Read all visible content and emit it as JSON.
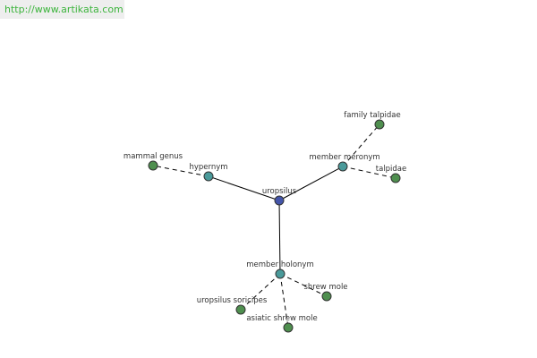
{
  "watermark": {
    "text": "http://www.artikata.com",
    "color": "#3cb43c"
  },
  "colors": {
    "center": "#4455aa",
    "relation": "#4a9a9a",
    "leaf": "#4f8f4f"
  },
  "graph": {
    "nodes": [
      {
        "id": "uropsilus",
        "label": "uropsilus",
        "kind": "center"
      },
      {
        "id": "hypernym",
        "label": "hypernym",
        "kind": "relation"
      },
      {
        "id": "member-meronym",
        "label": "member meronym",
        "kind": "relation"
      },
      {
        "id": "member-holonym",
        "label": "member holonym",
        "kind": "relation"
      },
      {
        "id": "mammal-genus",
        "label": "mammal genus",
        "kind": "leaf"
      },
      {
        "id": "family-talpidae",
        "label": "family talpidae",
        "kind": "leaf"
      },
      {
        "id": "talpidae",
        "label": "talpidae",
        "kind": "leaf"
      },
      {
        "id": "shrew-mole",
        "label": "shrew mole",
        "kind": "leaf"
      },
      {
        "id": "uropsilus-soricipes",
        "label": "uropsilus soricipes",
        "kind": "leaf"
      },
      {
        "id": "asiatic-shrew-mole",
        "label": "asiatic shrew mole",
        "kind": "leaf"
      }
    ],
    "edges": [
      {
        "from": "uropsilus",
        "to": "hypernym",
        "style": "solid"
      },
      {
        "from": "uropsilus",
        "to": "member-meronym",
        "style": "solid"
      },
      {
        "from": "uropsilus",
        "to": "member-holonym",
        "style": "solid"
      },
      {
        "from": "hypernym",
        "to": "mammal-genus",
        "style": "dashed"
      },
      {
        "from": "member-meronym",
        "to": "family-talpidae",
        "style": "dashed"
      },
      {
        "from": "member-meronym",
        "to": "talpidae",
        "style": "dashed"
      },
      {
        "from": "member-holonym",
        "to": "shrew-mole",
        "style": "dashed"
      },
      {
        "from": "member-holonym",
        "to": "uropsilus-soricipes",
        "style": "dashed"
      },
      {
        "from": "member-holonym",
        "to": "asiatic-shrew-mole",
        "style": "dashed"
      }
    ]
  }
}
